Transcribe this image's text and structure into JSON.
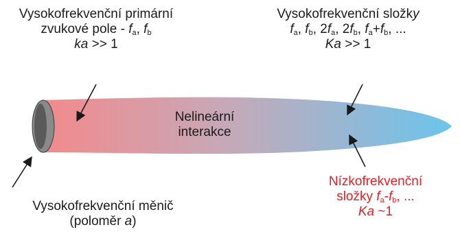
{
  "labels": {
    "primary": {
      "line1": "Vysokofrekvenční primární",
      "line2_text": "zvukové pole - ",
      "f": "f",
      "a": "a",
      "b": "b",
      "line3_ka": "ka",
      "line3_rest": " >> 1"
    },
    "hf_components": {
      "line1_text": "Vysokofrekvenční složk",
      "line1_y": "y",
      "f": "f",
      "a": "a",
      "b": "b",
      "two": "2",
      "plus": "+",
      "ellipsis": "...",
      "sep": ", ",
      "line3_Ka": "Ka",
      "line3_rest": " >> 1"
    },
    "interaction": {
      "line1": "Nelineární",
      "line2": "interakce"
    },
    "transducer": {
      "line1": "Vysokofrekvenční měnič",
      "line2_open": "(poloměr ",
      "line2_a": "a",
      "line2_close": ")"
    },
    "lf_components": {
      "line1": "Nízkofrekvenční",
      "line2_text": "složky ",
      "f": "f",
      "a": "a",
      "b": "b",
      "minus": "-",
      "ellipsis": ", ...",
      "line3_Ka": "Ka",
      "line3_rest": " ~1"
    }
  },
  "colors": {
    "beam_start": "#f28a8c",
    "beam_end": "#6cc4ec",
    "transducer_outer": "#8a8a8a",
    "transducer_inner": "#5a5a5a",
    "text": "#1a1a1a",
    "red_text": "#e3202a"
  }
}
